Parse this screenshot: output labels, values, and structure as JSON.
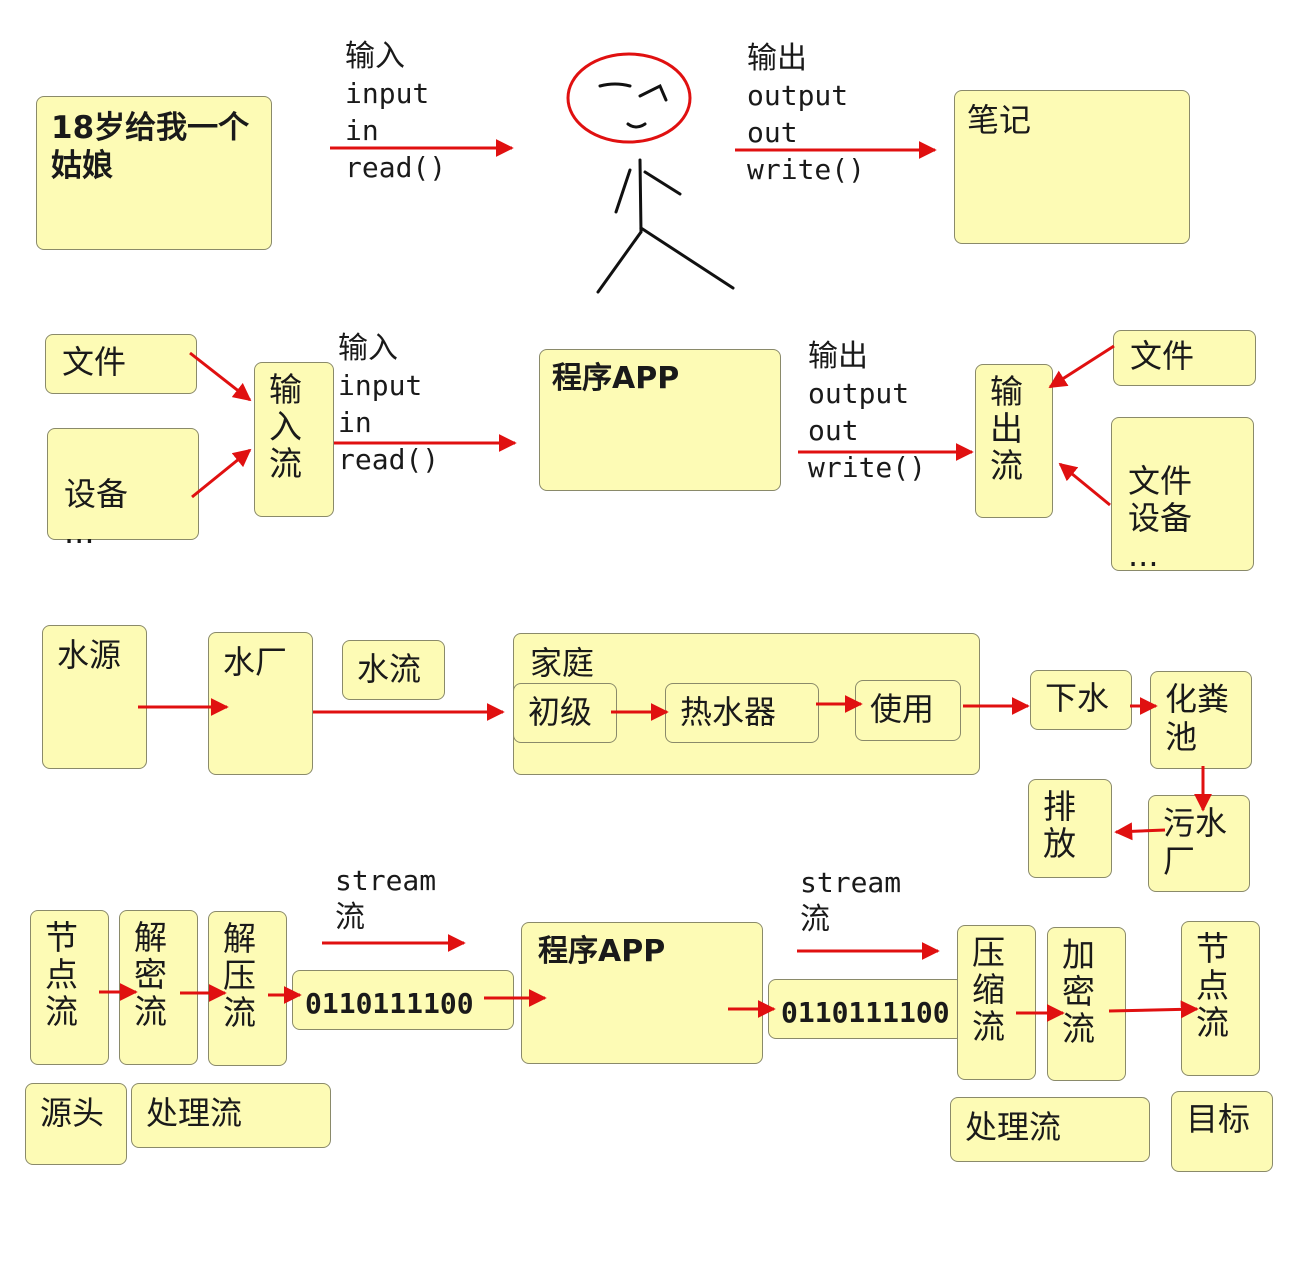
{
  "row1": {
    "source_note": "18岁给我一个姑娘",
    "input_labels": [
      "输入",
      "input",
      "in",
      "read()"
    ],
    "output_labels": [
      "输出",
      "output",
      "out",
      "write()"
    ],
    "target_note": "笔记"
  },
  "row2": {
    "sources": [
      "文件",
      "设备\n..."
    ],
    "input_stream": "输入流",
    "input_labels": [
      "输入",
      "input",
      "in",
      "read()"
    ],
    "program": "程序APP",
    "output_labels": [
      "输出",
      "output",
      "out",
      "write()"
    ],
    "output_stream": "输出流",
    "targets": [
      "文件",
      "文件\n设备\n..."
    ]
  },
  "row3": {
    "water_source": "水源",
    "water_plant": "水厂",
    "water_flow": "水流",
    "family": "家庭",
    "primary": "初级",
    "heater": "热水器",
    "use": "使用",
    "drain": "下水",
    "septic": "化粪池",
    "sewage_plant": "污水厂",
    "discharge": "排放"
  },
  "row4": {
    "node_stream": "节点流",
    "decrypt_stream": "解密流",
    "decompress_stream": "解压流",
    "binary_in": "0110111100",
    "stream_label_in": [
      "stream",
      "流"
    ],
    "program": "程序APP",
    "stream_label_out": [
      "stream",
      "流"
    ],
    "binary_out": "0110111100",
    "compress_stream": "压缩流",
    "encrypt_stream": "加密流",
    "node_stream_out": "节点流",
    "source_label": "源头",
    "process_label_left": "处理流",
    "process_label_right": "处理流",
    "target_label": "目标"
  },
  "colors": {
    "note_fill": "#fdfbb5",
    "arrow": "#e01010",
    "circle": "#e01010"
  }
}
